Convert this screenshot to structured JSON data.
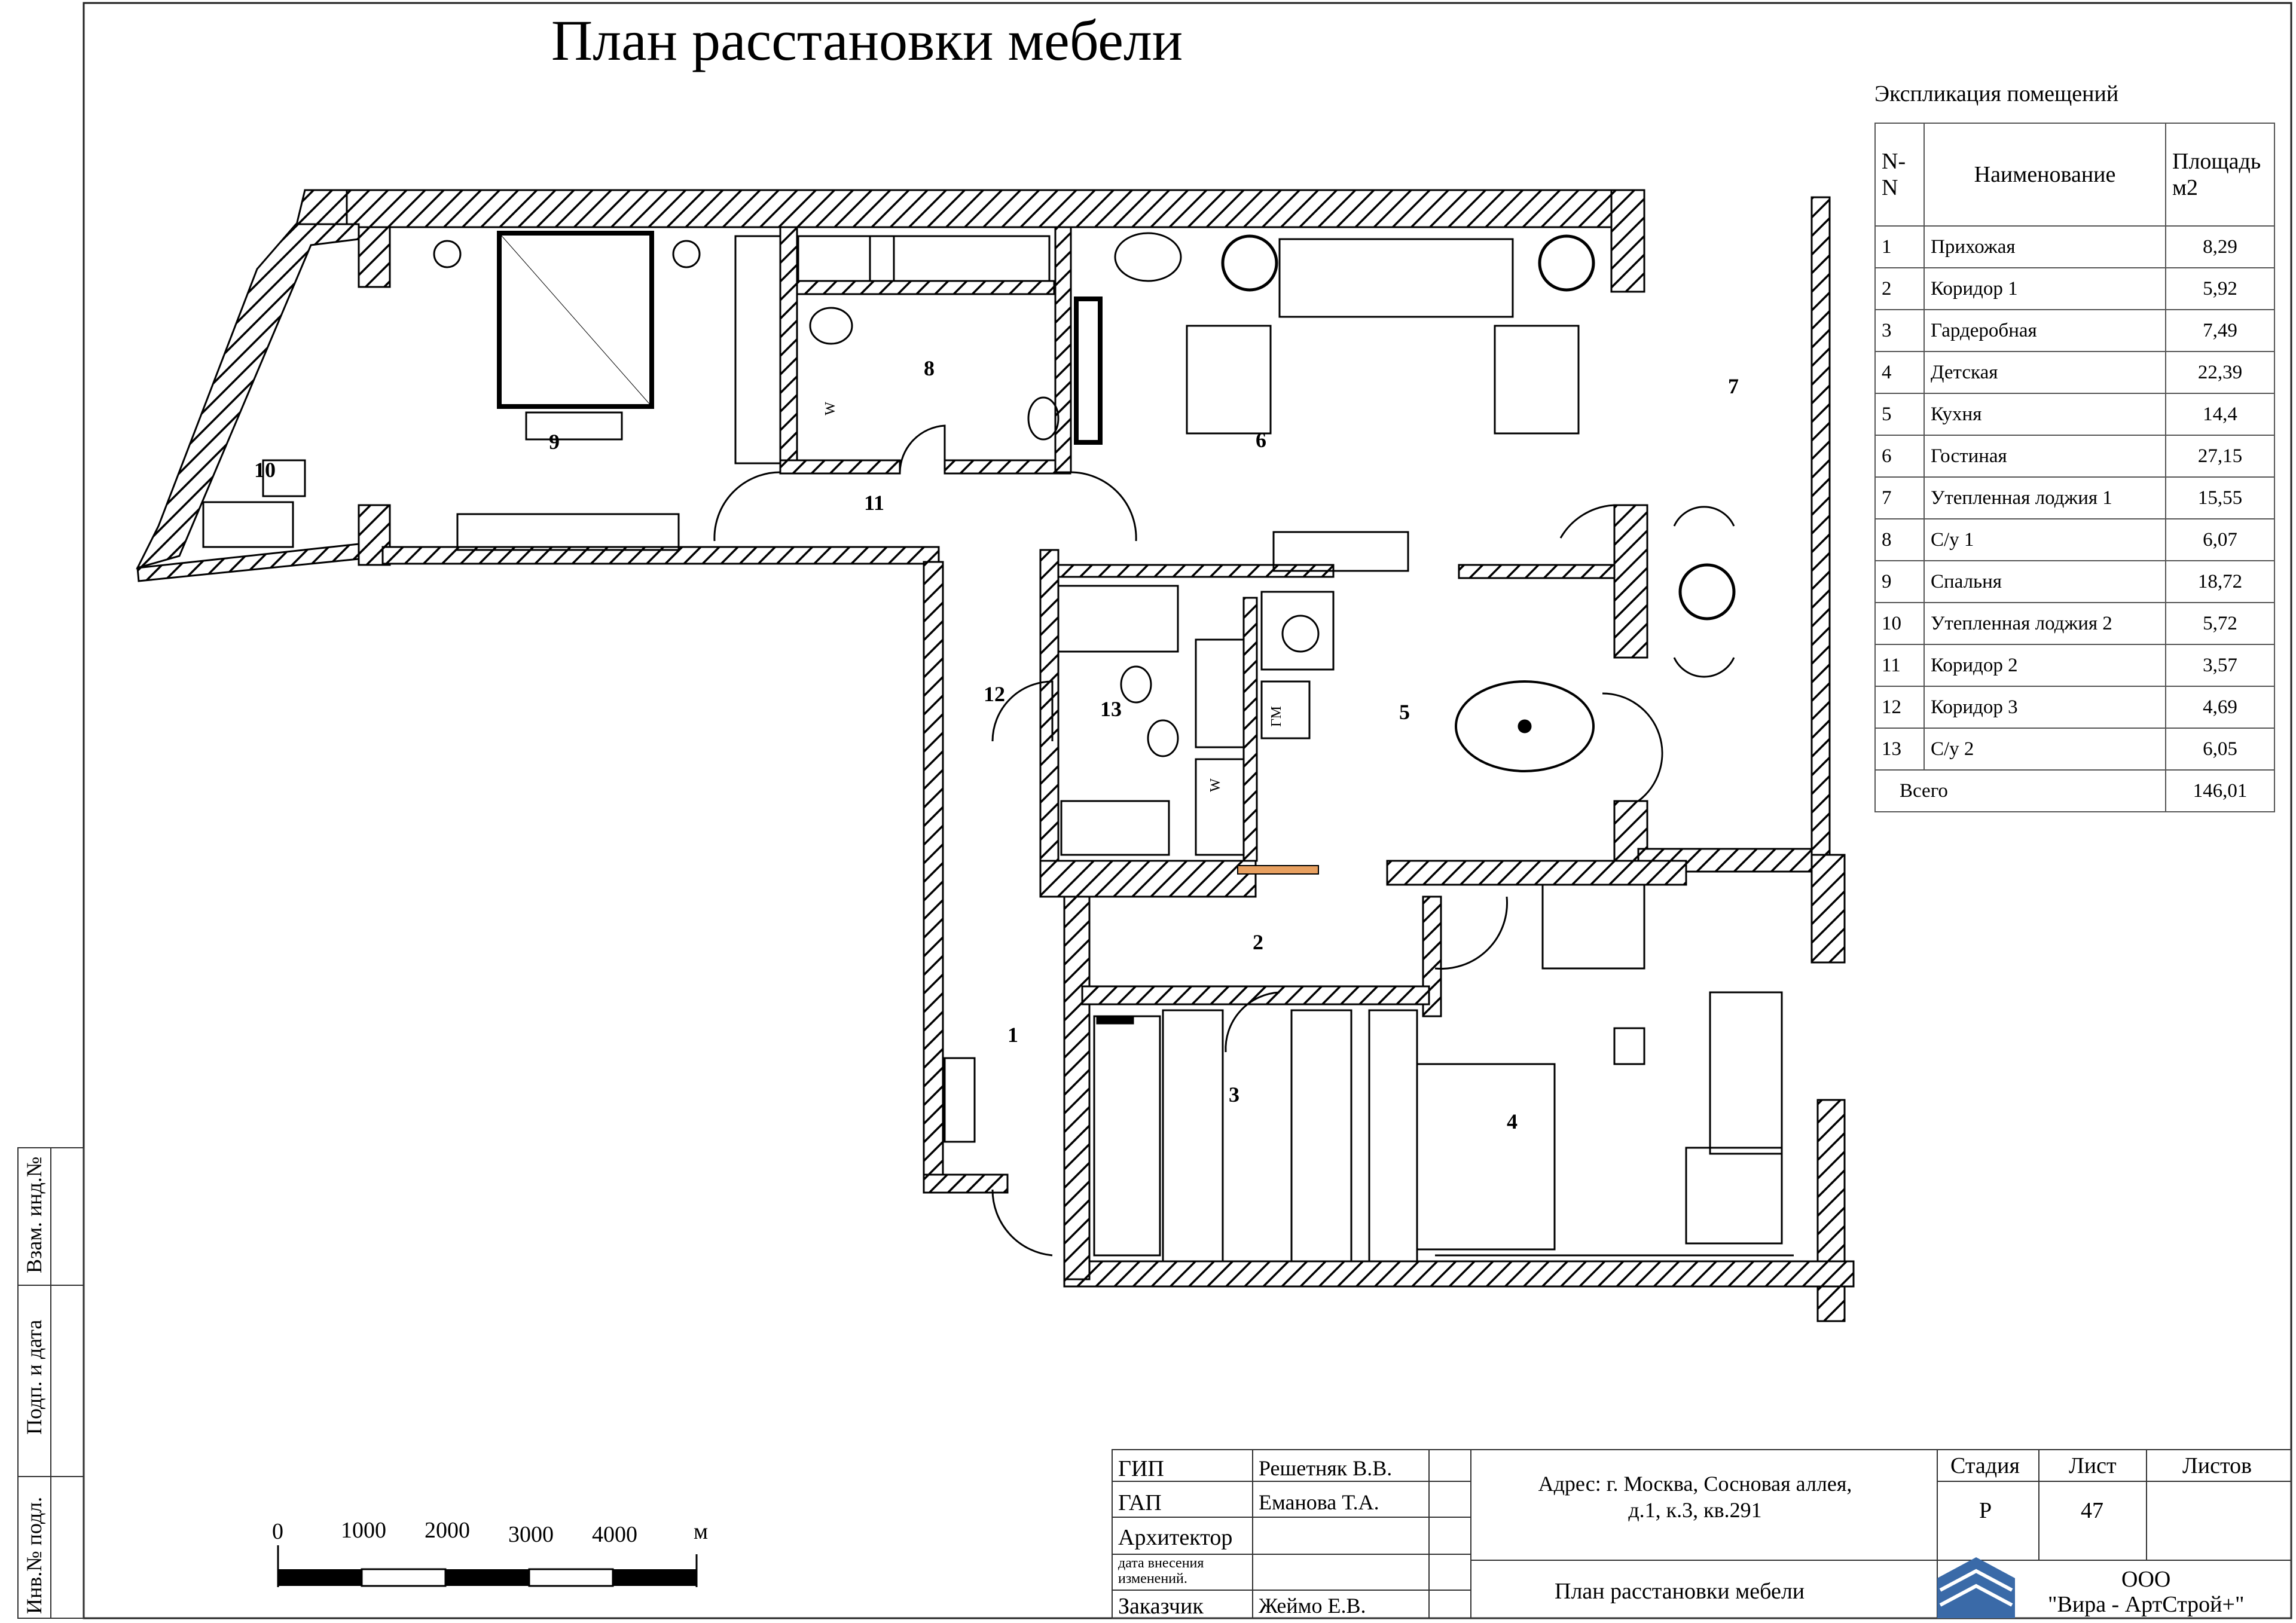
{
  "title": "План расстановки мебели",
  "explication": {
    "caption": "Экспликация  помещений",
    "headers": {
      "num": "N-N",
      "name": "Наименование",
      "area": "Площадь м2"
    },
    "rows": [
      {
        "num": "1",
        "name": "Прихожая",
        "area": "8,29"
      },
      {
        "num": "2",
        "name": "Коридор 1",
        "area": "5,92"
      },
      {
        "num": "3",
        "name": "Гардеробная",
        "area": "7,49"
      },
      {
        "num": "4",
        "name": "Детская",
        "area": "22,39"
      },
      {
        "num": "5",
        "name": "Кухня",
        "area": "14,4"
      },
      {
        "num": "6",
        "name": "Гостиная",
        "area": "27,15"
      },
      {
        "num": "7",
        "name": "Утепленная лоджия 1",
        "area": "15,55"
      },
      {
        "num": "8",
        "name": "С/у 1",
        "area": "6,07"
      },
      {
        "num": "9",
        "name": "Спальня",
        "area": "18,72"
      },
      {
        "num": "10",
        "name": "Утепленная лоджия 2",
        "area": "5,72"
      },
      {
        "num": "11",
        "name": "Коридор 2",
        "area": "3,57"
      },
      {
        "num": "12",
        "name": "Коридор 3",
        "area": "4,69"
      },
      {
        "num": "13",
        "name": "С/у 2",
        "area": "6,05"
      }
    ],
    "total_label": "Всего",
    "total_value": "146,01"
  },
  "room_labels": [
    "1",
    "2",
    "3",
    "4",
    "5",
    "6",
    "7",
    "8",
    "9",
    "10",
    "11",
    "12",
    "13"
  ],
  "fixture_labels": {
    "wm": "W",
    "wm2": "W",
    "gm": "ГМ"
  },
  "scale": {
    "ticks": [
      "0",
      "1000",
      "2000",
      "3000",
      "4000"
    ],
    "unit": "м"
  },
  "side_stamp": {
    "a": "Взам. инд.№",
    "b": "Подп. и дата",
    "c": "Инв.№ подл."
  },
  "title_block": {
    "gip_label": "ГИП",
    "gip_name": "Решетняк В.В.",
    "gap_label": "ГАП",
    "gap_name": "Еманова Т.А.",
    "architect_label": "Архитектор",
    "changes_label": "дата  внесения изменений.",
    "client_label": "Заказчик",
    "client_name": "Жеймо Е.В.",
    "address": "Адрес: г. Москва, Сосновая аллея, д.1, к.3, кв.291",
    "drawing_title": "План расстановки мебели",
    "stage_label": "Стадия",
    "sheet_label": "Лист",
    "sheets_label": "Листов",
    "stage_value": "Р",
    "sheet_value": "47",
    "company_line1": "ООО",
    "company_line2": "\"Вира - АртСтрой+\""
  }
}
